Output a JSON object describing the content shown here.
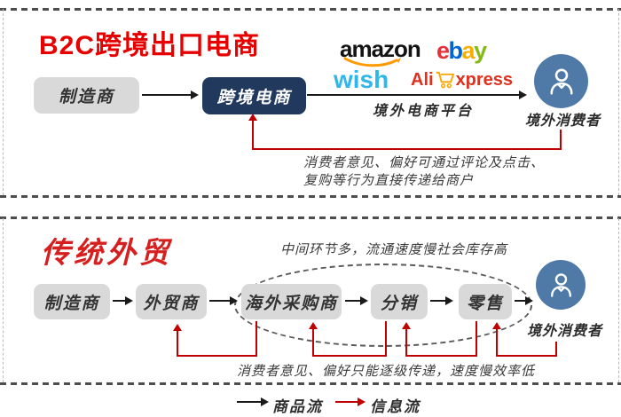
{
  "panel1": {
    "title": "B2C跨境出口电商",
    "manufacturer": "制造商",
    "cross_border_ecommerce": "跨境电商",
    "platform_label": "境外电商平台",
    "consumer": "境外消费者",
    "feedback_line1": "消费者意见、偏好可通过评论及点击、",
    "feedback_line2": "复购等行为直接传递给商户",
    "logos": {
      "amazon": "amazon",
      "ebay": {
        "e": "e",
        "b": "b",
        "a": "a",
        "y": "y"
      },
      "wish": "wish",
      "aliexpress": {
        "prefix": "Ali",
        "suffix": "xpress"
      }
    }
  },
  "panel2": {
    "title": "传统外贸",
    "note": "中间环节多，流通速度慢社会库存高",
    "manufacturer": "制造商",
    "trader": "外贸商",
    "overseas_buyer": "海外采购商",
    "distributor": "分销",
    "retailer": "零售",
    "consumer": "境外消费者",
    "feedback": "消费者意见、偏好只能逐级传递，速度慢效率低"
  },
  "legend": {
    "goods_flow": "商品流",
    "info_flow": "信息流"
  },
  "colors": {
    "title_red": "#e60000",
    "info_flow_red": "#c00000",
    "navy_box": "#20395c",
    "gray_box": "#d9d9d9",
    "consumer_circle_blue": "#4f7aa8",
    "amazon_orange": "#ff9900",
    "ebay_red": "#e53238",
    "ebay_blue": "#0064d2",
    "ebay_yellow": "#f5af02",
    "ebay_green": "#86b817",
    "wish_blue": "#2fb7ec",
    "aliexpress_red": "#e0301e",
    "aliexpress_cart_orange": "#f7a800"
  }
}
